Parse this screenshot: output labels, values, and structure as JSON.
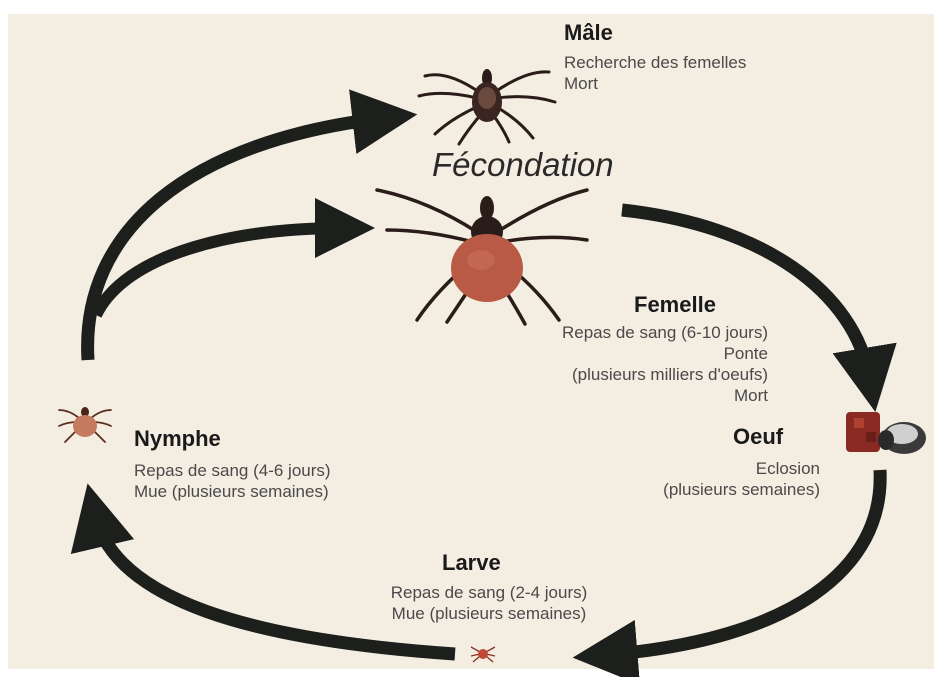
{
  "diagram": {
    "center_label": "Fécondation",
    "stages": {
      "male": {
        "title": "Mâle",
        "lines": [
          "Recherche des femelles",
          "Mort"
        ]
      },
      "female": {
        "title": "Femelle",
        "lines": [
          "Repas de sang (6-10 jours)",
          "Ponte",
          "(plusieurs milliers d'oeufs)",
          "Mort"
        ]
      },
      "egg": {
        "title": "Oeuf",
        "lines": [
          "Eclosion",
          "(plusieurs semaines)"
        ]
      },
      "larva": {
        "title": "Larve",
        "lines": [
          "Repas de sang (2-4 jours)",
          "Mue (plusieurs semaines)"
        ]
      },
      "nymph": {
        "title": "Nymphe",
        "lines": [
          "Repas de sang (4-6 jours)",
          "Mue (plusieurs semaines)"
        ]
      }
    }
  },
  "colors": {
    "background": "#f4ede1",
    "arrow": "#1c1f1c",
    "tick_body": "#3a2520",
    "female_abdomen": "#b85a45",
    "text": "#4a4a4a"
  },
  "icons": [
    "male-tick-icon",
    "female-tick-icon",
    "egg-cluster-icon",
    "larva-tick-icon",
    "nymph-tick-icon",
    "cycle-arrow-icon"
  ]
}
